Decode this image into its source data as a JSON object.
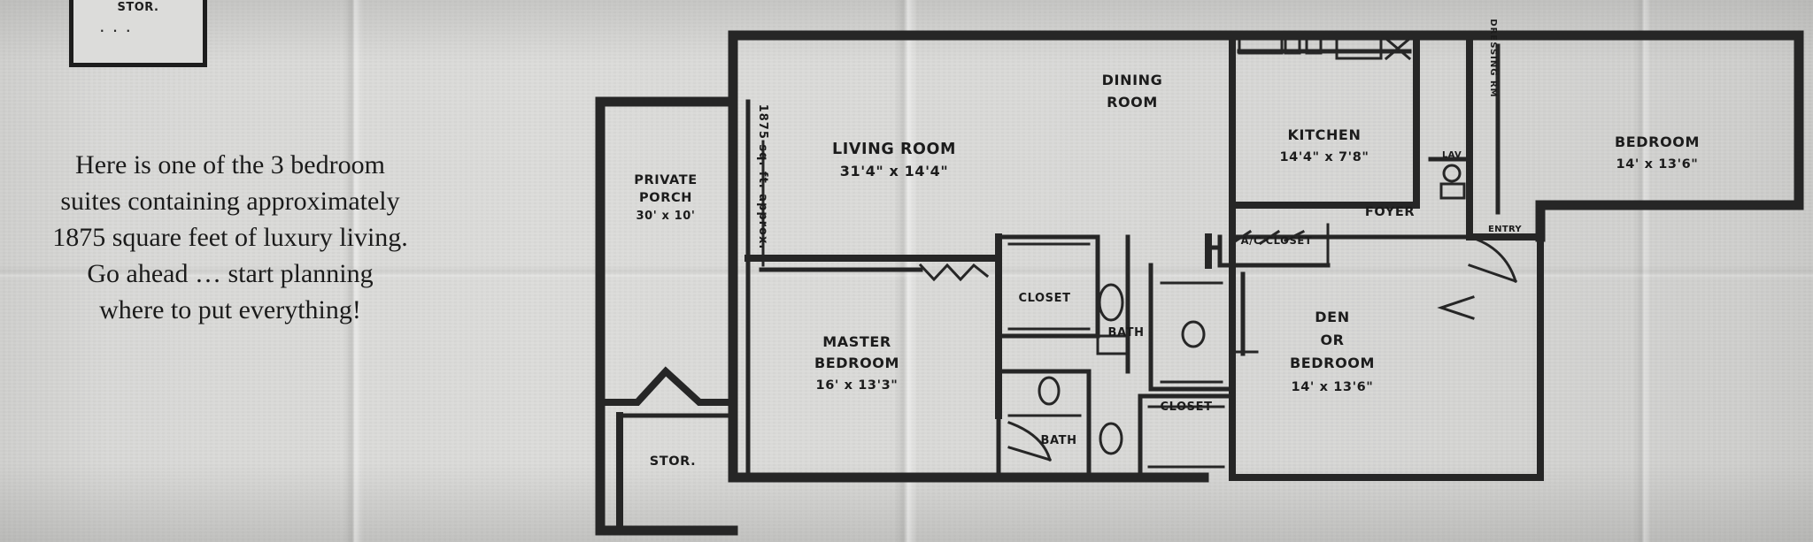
{
  "document": {
    "type": "real-estate-brochure-scan",
    "paper_color": "#d9d9d7",
    "ink_color": "#1c1c1c"
  },
  "top_box": {
    "label": "STOR.",
    "dots": ". . ."
  },
  "copy": {
    "lines": [
      "Here is one of the 3 bedroom",
      "suites containing approximately",
      "1875 square feet of luxury living.",
      "Go ahead … start planning",
      "where to put everything!"
    ]
  },
  "floor_plan": {
    "area_note": "1875 sq. ft. approx.",
    "rooms": [
      {
        "id": "private-porch",
        "name": "PRIVATE",
        "name2": "PORCH",
        "dims": "30' x 10'"
      },
      {
        "id": "living-room",
        "name": "LIVING ROOM",
        "dims": "31'4\" x 14'4\""
      },
      {
        "id": "dining-room",
        "name": "DINING",
        "name2": "ROOM",
        "dims": ""
      },
      {
        "id": "kitchen",
        "name": "KITCHEN",
        "dims": "14'4\" x 7'8\""
      },
      {
        "id": "bedroom-right",
        "name": "BEDROOM",
        "dims": "14' x 13'6\""
      },
      {
        "id": "master-bedroom",
        "name": "MASTER",
        "name2": "BEDROOM",
        "dims": "16' x 13'3\""
      },
      {
        "id": "den-or-bedroom",
        "name": "DEN",
        "name2": "OR",
        "name3": "BEDROOM",
        "dims": "14' x 13'6\""
      }
    ],
    "small_labels": [
      {
        "id": "foyer",
        "text": "FOYER"
      },
      {
        "id": "entry",
        "text": "ENTRY"
      },
      {
        "id": "ac-closet",
        "text": "A/C CLOSET"
      },
      {
        "id": "lav",
        "text": "LAV"
      },
      {
        "id": "dressing-rm",
        "text": "DRESSING RM"
      },
      {
        "id": "closet-upper",
        "text": "CLOSET"
      },
      {
        "id": "closet-lower",
        "text": "CLOSET"
      },
      {
        "id": "bath-upper",
        "text": "BATH"
      },
      {
        "id": "bath-lower",
        "text": "BATH"
      },
      {
        "id": "storage",
        "text": "STOR."
      }
    ]
  }
}
